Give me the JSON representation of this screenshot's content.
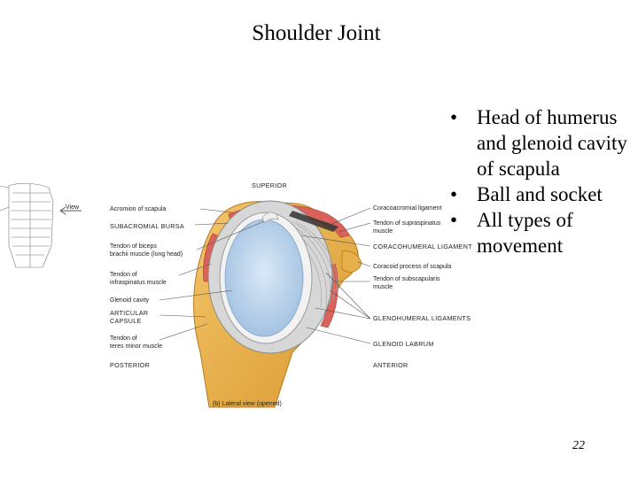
{
  "title": "Shoulder Joint",
  "bullets": [
    "Head of humerus and glenoid cavity of scapula",
    "Ball and socket",
    "All types of movement"
  ],
  "page_number": "22",
  "diagram": {
    "header": "SUPERIOR",
    "view_label": "View",
    "caption": "(b) Lateral view (opened)",
    "left_labels": [
      "Acromion of scapula",
      "SUBACROMIAL BURSA",
      "Tendon of biceps",
      "brachii muscle (long head)",
      "Tendon of",
      "infraspinatus muscle",
      "Glenoid cavity",
      "ARTICULAR",
      "CAPSULE",
      "Tendon of",
      "teres minor muscle",
      "POSTERIOR"
    ],
    "right_labels": [
      "Coracoacromial ligament",
      "Tendon of supraspinatus",
      "muscle",
      "CORACOHUMERAL LIGAMENT",
      "Coracoid process of scapula",
      "Tendon of subscapularis",
      "muscle",
      "GLENOHUMERAL LIGAMENTS",
      "GLENOID LABRUM",
      "ANTERIOR"
    ],
    "colors": {
      "bone": "#e8b04a",
      "bone_edge": "#b7791f",
      "cartilage": "#b9d3ec",
      "labrum": "#f2f2f2",
      "muscle": "#d9625a",
      "ligament": "#d7d7d7",
      "line": "#555555"
    }
  }
}
